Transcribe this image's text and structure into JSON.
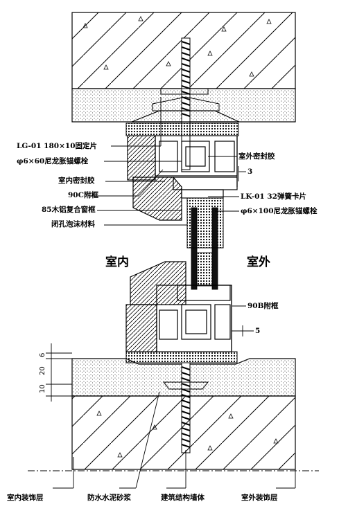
{
  "annotations": {
    "clip_plate": "LG-01 180×10固定片",
    "anchor_bolt_top": "φ6×60尼龙胀锚螺栓",
    "inner_sealant": "室内密封胶",
    "outer_sealant": "室外密封胶",
    "gap_3": "3",
    "attached_frame": "90C附框",
    "spring_clip": "LK-01 32弹簧卡片",
    "composite_frame": "85木铝复合窗框",
    "anchor_bolt_right": "φ6×100尼龙胀锚螺栓",
    "foam_filler": "闭孔泡沫材料",
    "indoor": "室内",
    "outdoor": "室外",
    "sash": "90B附框",
    "gap_5": "5",
    "dim_6": "6",
    "dim_20": "20",
    "dim_10": "10",
    "interior_finish": "室内装饰层",
    "waterproof_mortar": "防水水泥砂浆",
    "structure_wall": "建筑结构墙体",
    "exterior_finish": "室外装饰层"
  },
  "colors": {
    "line": "#000000",
    "background": "#ffffff",
    "glass": "#111111"
  }
}
